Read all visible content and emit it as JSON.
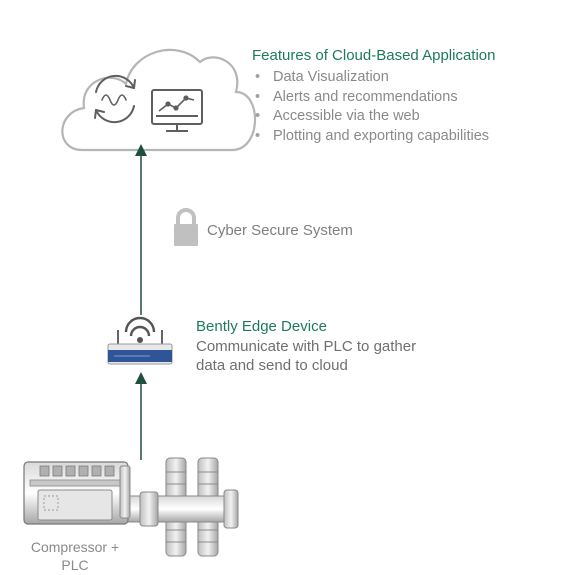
{
  "features": {
    "title": "Features of Cloud-Based Application",
    "bullet": "•",
    "items": [
      "Data Visualization",
      "Alerts and recommendations",
      "Accessible via the web",
      "Plotting and exporting capabilities"
    ]
  },
  "security": {
    "label": "Cyber Secure System"
  },
  "edge_device": {
    "title": "Bently Edge Device",
    "description": "Communicate with PLC to gather data and send to cloud"
  },
  "compressor": {
    "label_line1": "Compressor +",
    "label_line2": "PLC"
  },
  "colors": {
    "accent_green": "#1f7a5a",
    "arrow": "#1f4f3e",
    "icon_gray": "#b8b8b8",
    "router_blue": "#2f5597"
  }
}
